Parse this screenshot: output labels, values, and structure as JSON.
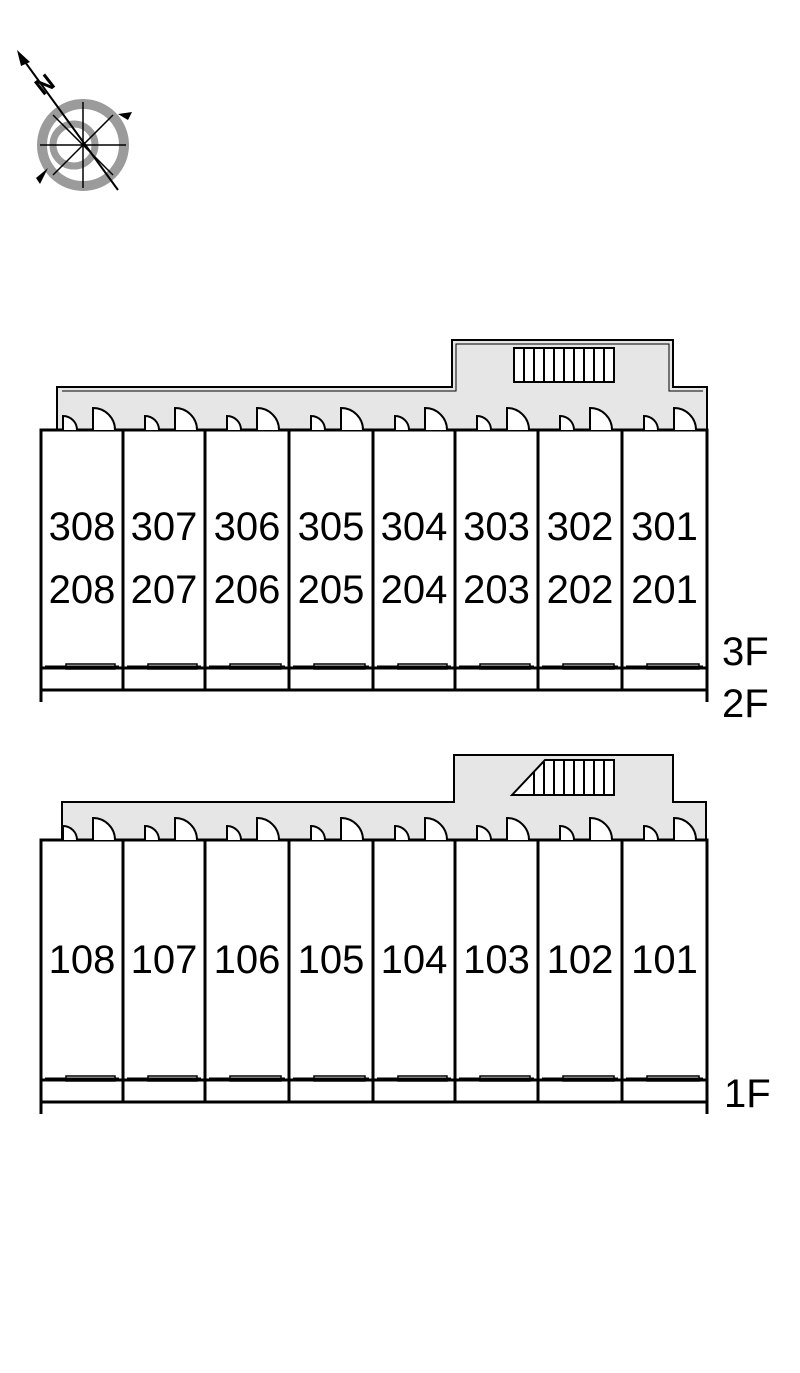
{
  "compass": {
    "north_letter": "N",
    "icon": "compass-north-arrow-icon"
  },
  "upper_block": {
    "floor_labels": [
      "3F",
      "2F"
    ],
    "units_top": [
      "308",
      "307",
      "306",
      "305",
      "304",
      "303",
      "302",
      "301"
    ],
    "units_bottom": [
      "208",
      "207",
      "206",
      "205",
      "204",
      "203",
      "202",
      "201"
    ]
  },
  "lower_block": {
    "floor_labels": [
      "1F"
    ],
    "units": [
      "108",
      "107",
      "106",
      "105",
      "104",
      "103",
      "102",
      "101"
    ]
  },
  "colors": {
    "corridor": "#e6e6e6",
    "walls": "#000000",
    "compass_ring": "#9b9b9b"
  }
}
